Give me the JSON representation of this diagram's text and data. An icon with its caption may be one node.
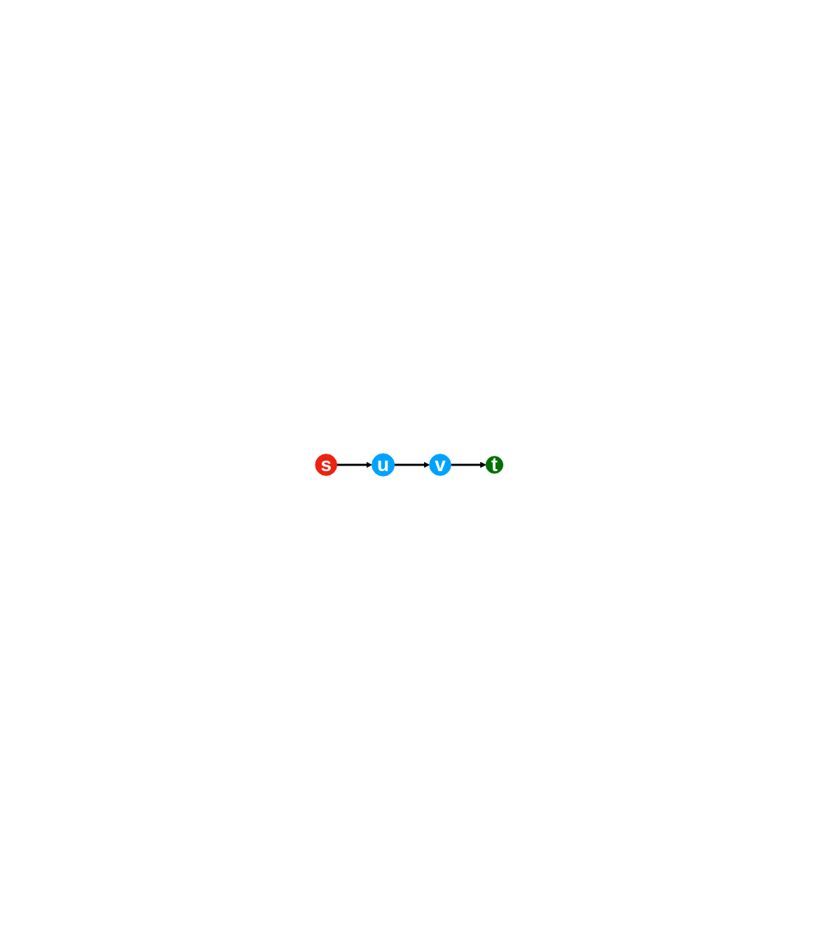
{
  "diagram": {
    "nodes": [
      {
        "text": [
          "v"
        ]
      },
      {
        "text": [
          "u"
        ]
      },
      {
        "text": [
          "s"
        ]
      },
      {
        "text": [
          "t"
        ]
      }
    ],
    "edges": [
      {
        "from": 2,
        "to": 1,
        "arrow": "to"
      },
      {
        "from": 1,
        "to": 0,
        "arrow": "to"
      },
      {
        "from": 0,
        "to": 3,
        "arrow": "to"
      }
    ]
  }
}
